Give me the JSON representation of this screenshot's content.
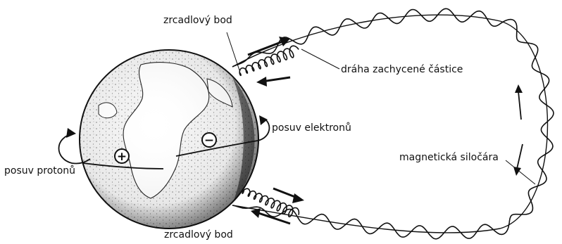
{
  "labels": {
    "mirror_point_top": "zrcadlový bod",
    "mirror_point_bottom": "zrcadlový bod",
    "particle_trajectory": "dráha zachycené částice",
    "electron_drift": "posuv elektronů",
    "proton_drift": "posuv protonů",
    "field_line": "magnetická siločára"
  },
  "symbols": {
    "proton_charge": "+",
    "electron_charge": "−"
  },
  "colors": {
    "ink": "#111111",
    "background": "#ffffff"
  }
}
